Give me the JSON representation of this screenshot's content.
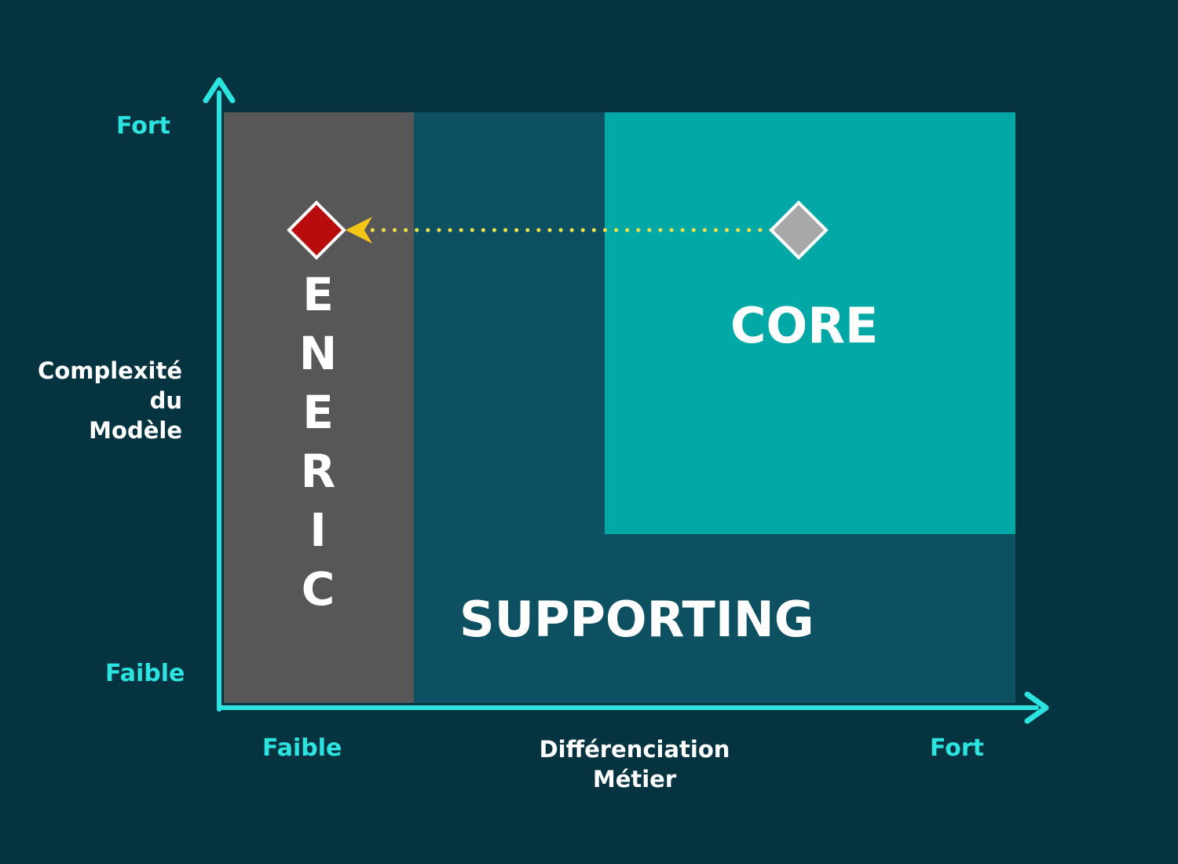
{
  "diagram": {
    "zones": {
      "generic_letters": [
        "E",
        "N",
        "E",
        "R",
        "I",
        "C"
      ],
      "core": "CORE",
      "supporting": "SUPPORTING"
    },
    "y_axis": {
      "title_lines": [
        "Complexité",
        "du",
        "Modèle"
      ],
      "high": "Fort",
      "low": "Faible"
    },
    "x_axis": {
      "title_lines": [
        "Différenciation",
        "Métier"
      ],
      "low": "Faible",
      "high": "Fort"
    },
    "colors": {
      "background": "#053440",
      "generic_zone": "#575757",
      "supporting_zone": "#0c5062",
      "core_zone": "#02a8a5",
      "axis": "#2de3e0",
      "arrow_dots": "#f2e24a",
      "arrow_head": "#f5c518",
      "marker_target": "#b80c0c",
      "marker_source": "#a8a8a8"
    }
  }
}
